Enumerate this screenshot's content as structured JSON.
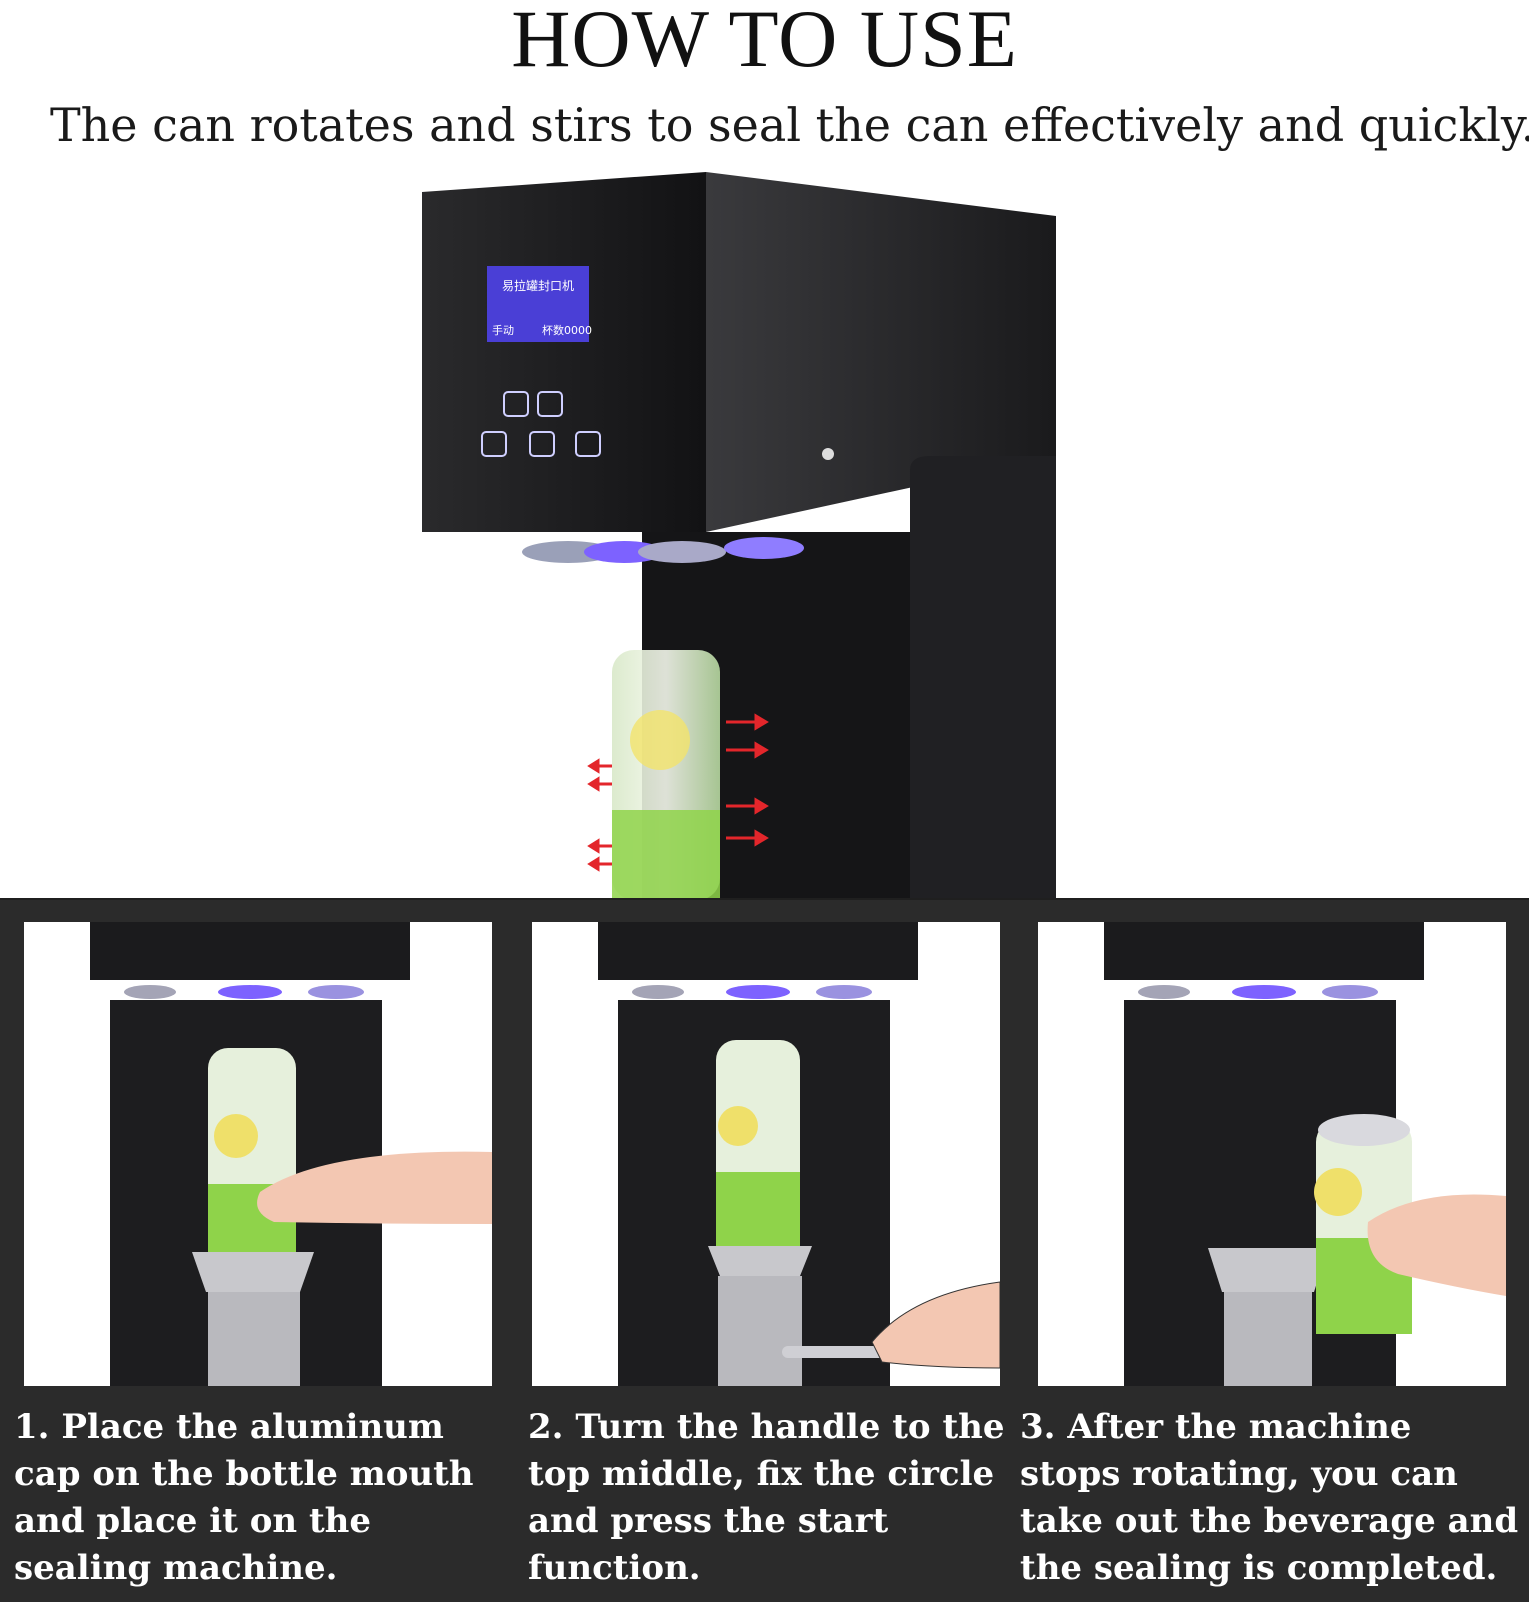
{
  "header": {
    "title": "HOW TO USE",
    "subtitle": "The can rotates and stirs to seal the can effectively and quickly."
  },
  "hero": {
    "machine_color": "#1c1c1e",
    "lcd_color": "#4a3fd6",
    "accent_light": "#8f7dff",
    "lcd_line1": "易拉罐封口机",
    "lcd_line2_left": "手动",
    "lcd_line2_right": "杯数0000",
    "panel_icons": [
      "control-button-icon",
      "control-button-icon",
      "control-button-icon",
      "control-button-icon",
      "control-button-icon"
    ]
  },
  "steps": [
    {
      "caption": "1. Place the aluminum cap on the bottle mouth and place it on the sealing machine."
    },
    {
      "caption": "2. Turn the handle to the top middle, fix the circle and press the start function."
    },
    {
      "caption": "3. After the machine stops rotating, you can take out the beverage and the sealing is completed."
    }
  ],
  "colors": {
    "background": "#ffffff",
    "lower_band": "#2b2b2b",
    "arrow_red": "#e3262b",
    "drink_green": "#8fd34a"
  }
}
